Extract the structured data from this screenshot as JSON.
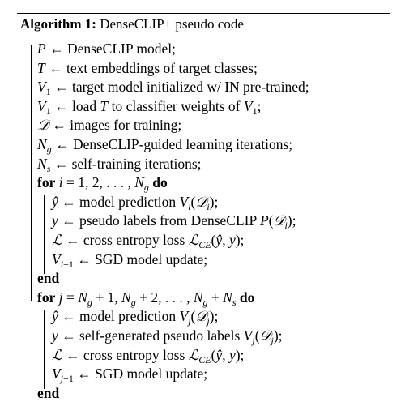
{
  "algorithm": {
    "caption_label": "Algorithm 1:",
    "caption_title": "DenseCLIP+ pseudo code",
    "lines": [
      {
        "indent": 1,
        "html": "<i>P</i> ← DenseCLIP model;"
      },
      {
        "indent": 1,
        "html": "<i>T</i> ← text embeddings of target classes;"
      },
      {
        "indent": 1,
        "html": "<i>V</i><sub>1</sub> ← target model initialized w/ IN pre-trained;"
      },
      {
        "indent": 1,
        "html": "<i>V</i><sub>1</sub> ← load <i>T</i> to classifier weights of <i>V</i><sub>1</sub>;"
      },
      {
        "indent": 1,
        "html": "<span class=\"cal\">𝒟</span> ← images for training;"
      },
      {
        "indent": 1,
        "html": "<i>N</i><sub><i>g</i></sub> ← DenseCLIP-guided learning iterations;"
      },
      {
        "indent": 1,
        "html": "<i>N</i><sub><i>s</i></sub> ← self-training iterations;"
      },
      {
        "indent": 1,
        "html": "<span class=\"kw\">for</span> <i>i</i> = 1, 2, . . . , <i>N</i><sub><i>g</i></sub> <span class=\"kw\">do</span>"
      },
      {
        "indent": 2,
        "html": "<i>ŷ</i> ← model prediction <i>V</i><sub><i>i</i></sub>(<span class=\"cal\">𝒟</span><sub><i>i</i></sub>);"
      },
      {
        "indent": 2,
        "html": "<i>y</i> ← pseudo labels from DenseCLIP <i>P</i>(<span class=\"cal\">𝒟</span><sub><i>i</i></sub>);"
      },
      {
        "indent": 2,
        "html": "<span class=\"cal\">ℒ</span> ← cross entropy loss <span class=\"cal\">ℒ</span><sub><i>CE</i></sub>(<i>ŷ</i>, <i>y</i>);"
      },
      {
        "indent": 2,
        "html": "<i>V</i><sub><i>i</i>+1</sub> ← SGD model update;"
      },
      {
        "indent": 1,
        "html": "<span class=\"kw\">end</span>"
      },
      {
        "indent": 1,
        "html": "<span class=\"kw\">for</span> <i>j</i> = <i>N</i><sub><i>g</i></sub> + 1, <i>N</i><sub><i>g</i></sub> + 2, . . . , <i>N</i><sub><i>g</i></sub> + <i>N</i><sub><i>s</i></sub> <span class=\"kw\">do</span>"
      },
      {
        "indent": 2,
        "html": "<i>ŷ</i> ← model prediction <i>V</i><sub><i>j</i></sub>(<span class=\"cal\">𝒟</span><sub><i>j</i></sub>);"
      },
      {
        "indent": 2,
        "html": "<i>y</i> ← self-generated pseudo labels <i>V</i><sub><i>j</i></sub>(<span class=\"cal\">𝒟</span><sub><i>j</i></sub>);"
      },
      {
        "indent": 2,
        "html": "<span class=\"cal\">ℒ</span> ← cross entropy loss <span class=\"cal\">ℒ</span><sub><i>CE</i></sub>(<i>ŷ</i>, <i>y</i>);"
      },
      {
        "indent": 2,
        "html": "<i>V</i><sub><i>j</i>+1</sub> ← SGD model update;"
      },
      {
        "indent": 1,
        "html": "<span class=\"kw\">end</span>"
      }
    ]
  }
}
